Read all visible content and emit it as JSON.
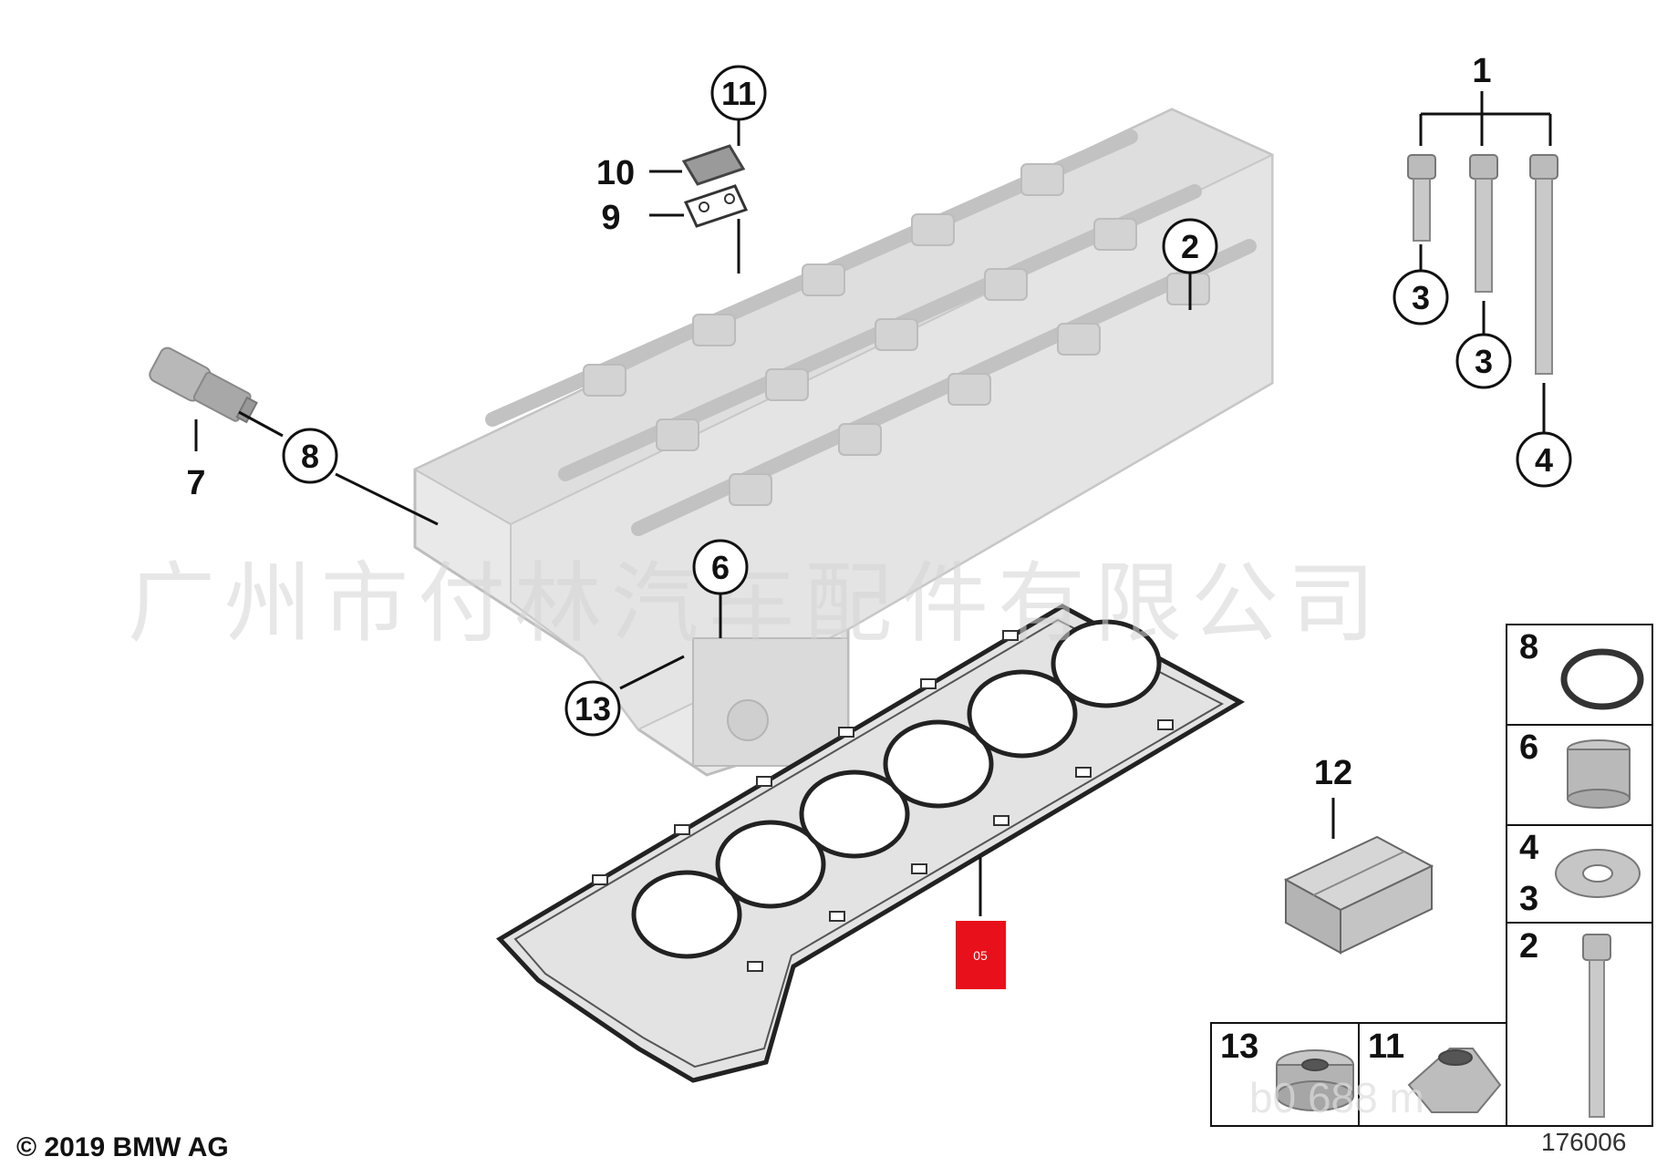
{
  "diagram": {
    "callouts": {
      "c1": "1",
      "c2": "2",
      "c3a": "3",
      "c3b": "3",
      "c4": "4",
      "c6": "6",
      "c7": "7",
      "c8": "8",
      "c9": "9",
      "c10": "10",
      "c11": "11",
      "c12": "12",
      "c13": "13"
    },
    "marker_label": "05",
    "parts_panel": {
      "p8": "8",
      "p6": "6",
      "p4": "4",
      "p3": "3",
      "p2": "2",
      "p13": "13",
      "p11": "11"
    },
    "watermark": "广州市付林汽车配件有限公司",
    "watermark_bottom": "b0  688  m",
    "copyright": "© 2019 BMW AG",
    "reference_number": "176006"
  },
  "colors": {
    "marker_red": "#e8101a",
    "line": "#111111",
    "part_gray": "#c8c8c8"
  }
}
